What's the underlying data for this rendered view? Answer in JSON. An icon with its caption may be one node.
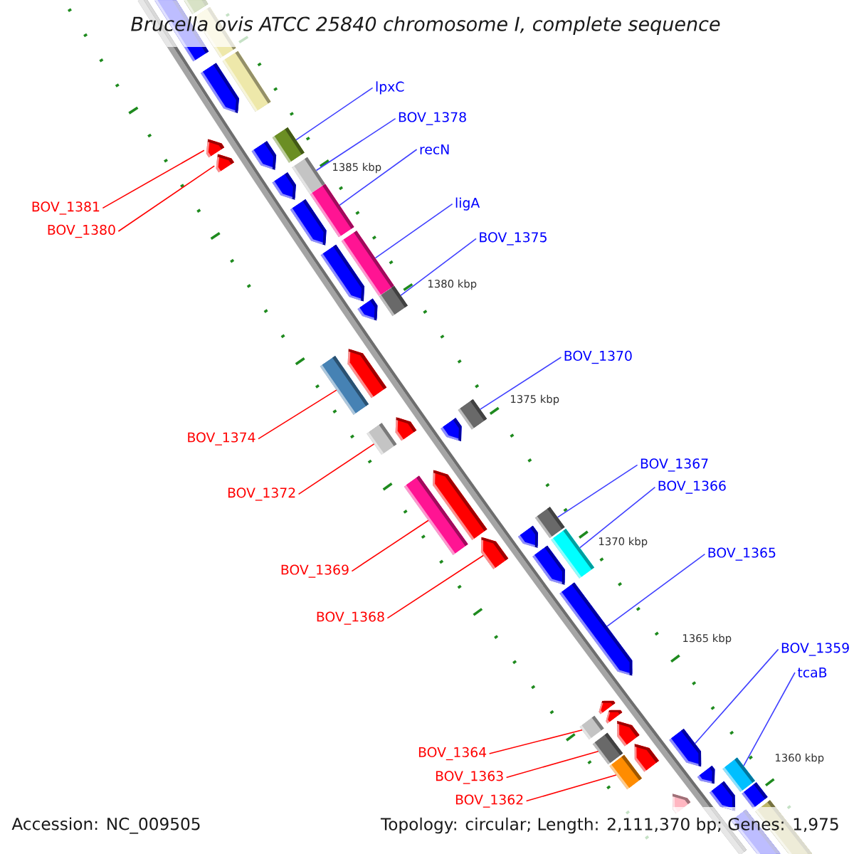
{
  "diagram": {
    "title": "Brucella ovis ATCC 25840 chromosome I, complete sequence",
    "nodes": [
      {
        "text": [
          "lpxC"
        ]
      },
      {
        "text": [
          "BOV_1378"
        ]
      },
      {
        "text": [
          "recN"
        ]
      },
      {
        "text": [
          "BOV_1381"
        ]
      },
      {
        "text": [
          "ligA"
        ]
      },
      {
        "text": [
          "BOV_1380"
        ]
      },
      {
        "text": [
          "BOV_1375"
        ]
      },
      {
        "text": [
          "BOV_1370"
        ]
      },
      {
        "text": [
          "BOV_1374"
        ]
      },
      {
        "text": [
          "BOV_1367"
        ]
      },
      {
        "text": [
          "BOV_1366"
        ]
      },
      {
        "text": [
          "BOV_1372"
        ]
      },
      {
        "text": [
          "BOV_1365"
        ]
      },
      {
        "text": [
          "BOV_1369"
        ]
      },
      {
        "text": [
          "BOV_1368"
        ]
      },
      {
        "text": [
          "BOV_1359"
        ]
      },
      {
        "text": [
          "tcaB"
        ]
      },
      {
        "text": [
          "BOV_1364"
        ]
      },
      {
        "text": [
          "BOV_1363"
        ]
      },
      {
        "text": [
          "BOV_1362"
        ]
      },
      {
        "text": [],
        "shape": "box"
      },
      {
        "text": [],
        "shape": "box"
      },
      {
        "text": [],
        "shape": "box"
      },
      {
        "text": [],
        "shape": "pentagon"
      },
      {
        "text": [],
        "shape": "box"
      },
      {
        "text": [],
        "shape": "pentagon"
      },
      {
        "text": [],
        "shape": "pentagon"
      },
      {
        "text": [],
        "shape": "pentagon"
      },
      {
        "text": [],
        "shape": "box"
      },
      {
        "text": [],
        "shape": "pentagon"
      },
      {
        "text": [],
        "shape": "box"
      },
      {
        "text": [],
        "shape": "box"
      },
      {
        "text": [],
        "shape": "pentagon"
      },
      {
        "text": [],
        "shape": "pentagon"
      },
      {
        "text": [],
        "shape": "box"
      },
      {
        "text": [],
        "shape": "pentagon"
      },
      {
        "text": [],
        "shape": "box"
      },
      {
        "text": [],
        "shape": "pentagon"
      },
      {
        "text": [],
        "shape": "box"
      },
      {
        "text": [],
        "shape": "box"
      },
      {
        "text": [],
        "shape": "pentagon"
      },
      {
        "text": [],
        "shape": "box"
      },
      {
        "text": [],
        "shape": "pentagon"
      },
      {
        "text": [],
        "shape": "box"
      },
      {
        "text": [],
        "shape": "pentagon"
      },
      {
        "text": [],
        "shape": "pentagon"
      },
      {
        "text": [],
        "shape": "box"
      },
      {
        "text": [],
        "shape": "pentagon"
      },
      {
        "text": [],
        "shape": "pentagon"
      },
      {
        "text": [],
        "shape": "box"
      },
      {
        "text": [],
        "shape": "pentagon"
      },
      {
        "text": [],
        "shape": "pentagon"
      },
      {
        "text": [],
        "shape": "box"
      },
      {
        "text": [],
        "shape": "pentagon"
      },
      {
        "text": [],
        "shape": "pentagon"
      },
      {
        "text": [],
        "shape": "box"
      },
      {
        "text": [],
        "shape": "pentagon"
      },
      {
        "text": [],
        "shape": "box"
      },
      {
        "text": [],
        "shape": "pentagon"
      },
      {
        "text": [],
        "shape": "pentagon"
      },
      {
        "text": [],
        "shape": "pentagon"
      },
      {
        "text": [],
        "shape": "box"
      },
      {
        "text": [],
        "shape": "pentagon"
      },
      {
        "text": [],
        "shape": "box"
      },
      {
        "text": [],
        "shape": "box"
      },
      {
        "text": [],
        "shape": "box"
      }
    ],
    "edges": [
      {
        "from": 0,
        "to": 28,
        "arrow": "none"
      },
      {
        "from": 1,
        "to": 30,
        "arrow": "none"
      },
      {
        "from": 2,
        "to": 31,
        "arrow": "none"
      },
      {
        "from": 3,
        "to": 25,
        "arrow": "none",
        "color": "#ff0000"
      },
      {
        "from": 4,
        "to": 34,
        "arrow": "none"
      },
      {
        "from": 5,
        "to": 26,
        "arrow": "none",
        "color": "#ff0000"
      },
      {
        "from": 6,
        "to": 36,
        "arrow": "none"
      },
      {
        "from": 7,
        "to": 41,
        "arrow": "none"
      },
      {
        "from": 8,
        "to": 38,
        "arrow": "none",
        "color": "#ff0000"
      },
      {
        "from": 9,
        "to": 46,
        "arrow": "none"
      },
      {
        "from": 10,
        "to": 49,
        "arrow": "none"
      },
      {
        "from": 11,
        "to": 39,
        "arrow": "none",
        "color": "#ff0000"
      },
      {
        "from": 12,
        "to": 50,
        "arrow": "none"
      },
      {
        "from": 13,
        "to": 43,
        "arrow": "none",
        "color": "#ff0000"
      },
      {
        "from": 14,
        "to": 45,
        "arrow": "none",
        "color": "#ff0000"
      },
      {
        "from": 15,
        "to": 58,
        "arrow": "none"
      },
      {
        "from": 16,
        "to": 61,
        "arrow": "none"
      },
      {
        "from": 17,
        "to": 52,
        "arrow": "none",
        "color": "#ff0000"
      },
      {
        "from": 18,
        "to": 55,
        "arrow": "none",
        "color": "#ff0000"
      },
      {
        "from": 19,
        "to": 57,
        "arrow": "none",
        "color": "#ff0000"
      }
    ],
    "labels": [
      "1385 kbp",
      "1380 kbp",
      "1375 kbp",
      "1370 kbp",
      "1365 kbp",
      "1360 kbp",
      "Accession: NC_009505",
      "Topology: circular; Length: 2,111,370 bp; Genes: 1,975"
    ]
  }
}
